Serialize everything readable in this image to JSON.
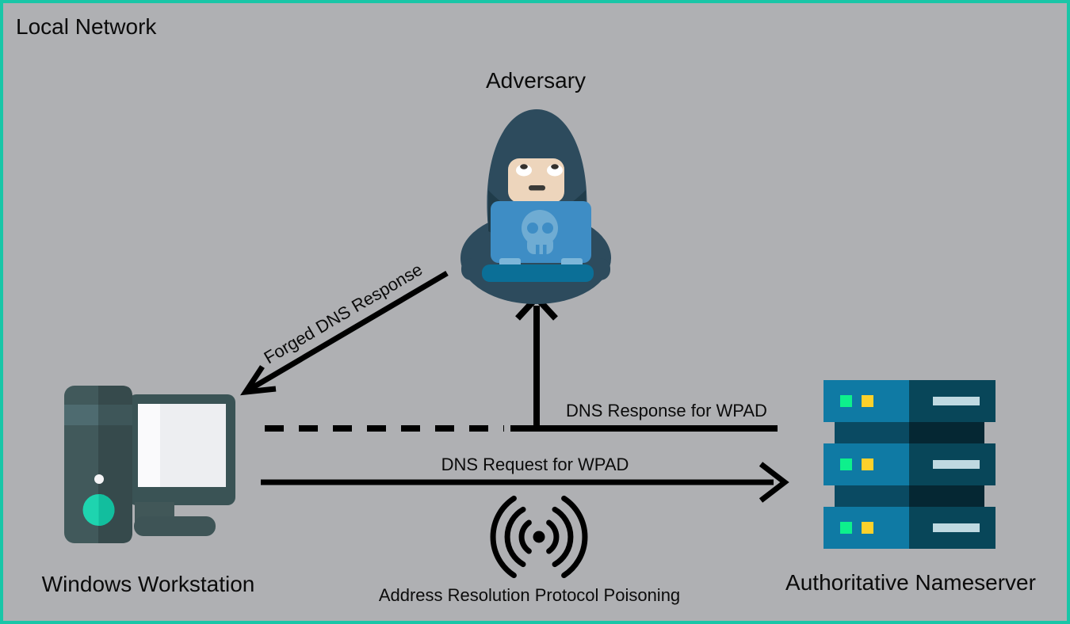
{
  "page": {
    "kind": "network-attack-diagram",
    "boundary_label": "Local Network"
  },
  "nodes": {
    "adversary": {
      "label": "Adversary",
      "icon": "hooded-hacker-laptop-icon"
    },
    "workstation": {
      "label": "Windows Workstation",
      "icon": "desktop-computer-icon"
    },
    "nameserver": {
      "label": "Authoritative Nameserver",
      "icon": "server-stack-icon"
    }
  },
  "edges": {
    "forged_dns_response": {
      "label": "Forged DNS Response",
      "from": "adversary",
      "to": "workstation",
      "style": "solid-arrow-diagonal"
    },
    "dns_response_wpad": {
      "label": "DNS Response for WPAD",
      "from": "nameserver",
      "to": "adversary",
      "style": "solid-then-dashed-intercepted-up-arrow"
    },
    "dns_request_wpad": {
      "label": "DNS Request for WPAD",
      "from": "workstation",
      "to": "nameserver",
      "style": "solid-arrow"
    },
    "arp_poisoning": {
      "label": "Address Resolution Protocol Poisoning",
      "icon": "radio-signal-icon"
    }
  },
  "colors": {
    "background": "#AFB0B3",
    "border_teal": "#19C6A7",
    "ink": "#0b0b0b",
    "arrow": "#000000",
    "hood_dark_blue": "#2D4B5D",
    "hood_shadow": "#203C4A",
    "skin": "#EDD5BC",
    "laptop_blue": "#3E8DC5",
    "laptop_skull_light_blue": "#6FACD3",
    "laptop_base_teal": "#0B6F97",
    "tower_light": "#41595B",
    "tower_dark": "#364A4C",
    "tower_stripe_light": "#4E6B70",
    "tower_stripe_dark": "#3E5659",
    "power_button_teal": "#1ED4AF",
    "monitor_frame": "#3A5355",
    "screen_white": "#EDEEF1",
    "server_light_blue": "#0F7AA4",
    "server_dark_blue": "#084659",
    "server_conn_left": "#0A4A62",
    "server_conn_right": "#052733",
    "led_green": "#0DF08C",
    "led_yellow": "#FBD12B",
    "server_vent_bar": "#BFD9E1"
  }
}
